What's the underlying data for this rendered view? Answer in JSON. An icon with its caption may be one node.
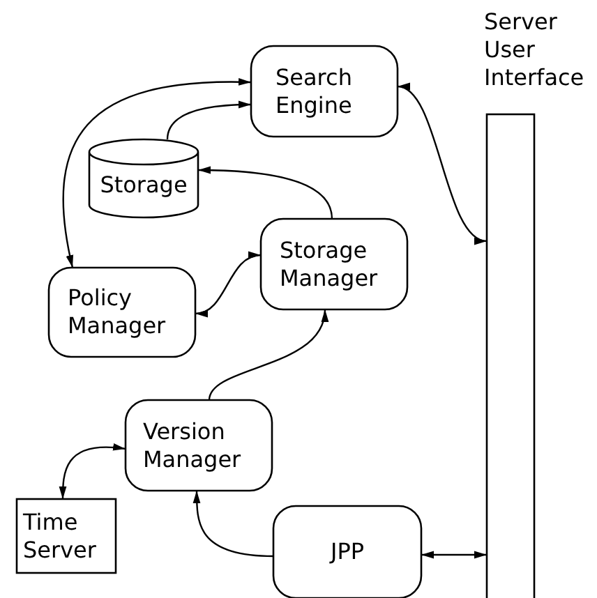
{
  "diagram": {
    "nodes": [
      {
        "text": [
          "Search Engine"
        ]
      },
      {
        "text": [
          "Server User Interface"
        ]
      },
      {
        "text": [
          "Storage"
        ]
      },
      {
        "text": [
          "Policy Manager"
        ]
      },
      {
        "text": [
          "Storage Manager"
        ]
      },
      {
        "text": [
          "Version Manager"
        ]
      },
      {
        "text": [
          "Time Server"
        ]
      },
      {
        "text": [
          "JPP"
        ]
      }
    ],
    "edges": [
      {
        "from": 3,
        "to": 0,
        "arrow": "both"
      },
      {
        "from": 2,
        "to": 0,
        "arrow": "to"
      },
      {
        "from": 4,
        "to": 2,
        "arrow": "to"
      },
      {
        "from": 0,
        "to": 1,
        "arrow": "both"
      },
      {
        "from": 3,
        "to": 4,
        "arrow": "both"
      },
      {
        "from": 5,
        "to": 4,
        "arrow": "to"
      },
      {
        "from": 5,
        "to": 6,
        "arrow": "both"
      },
      {
        "from": 7,
        "to": 5,
        "arrow": "to"
      },
      {
        "from": 7,
        "to": 1,
        "arrow": "both"
      }
    ]
  }
}
